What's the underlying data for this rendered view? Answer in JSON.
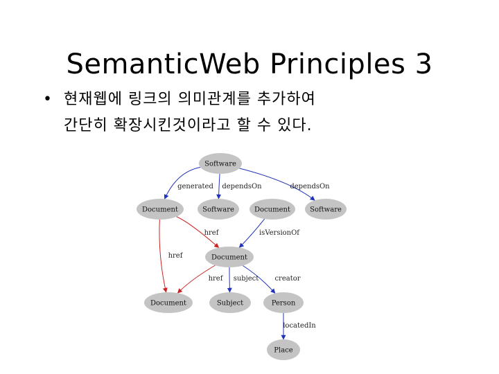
{
  "slide": {
    "title": "SemanticWeb Principles 3",
    "bullet_symbol": "•",
    "bullet_line1": "현재웹에 링크의 의미관계를 추가하여",
    "bullet_line2": "간단히 확장시킨것이라고 할 수 있다."
  },
  "graph": {
    "nodes": [
      {
        "id": "sw_top",
        "label": "Software"
      },
      {
        "id": "doc_left",
        "label": "Document"
      },
      {
        "id": "sw_mid",
        "label": "Software"
      },
      {
        "id": "doc_mid",
        "label": "Document"
      },
      {
        "id": "sw_right",
        "label": "Software"
      },
      {
        "id": "doc_center",
        "label": "Document"
      },
      {
        "id": "doc_bottom",
        "label": "Document"
      },
      {
        "id": "subject",
        "label": "Subject"
      },
      {
        "id": "person",
        "label": "Person"
      },
      {
        "id": "place",
        "label": "Place"
      }
    ],
    "edges": [
      {
        "from": "sw_top",
        "to": "doc_left",
        "label": "generated",
        "color": "#2233bb"
      },
      {
        "from": "sw_top",
        "to": "sw_mid",
        "label": "dependsOn",
        "color": "#2233bb"
      },
      {
        "from": "sw_top",
        "to": "sw_right",
        "label": "dependsOn",
        "color": "#2233bb"
      },
      {
        "from": "doc_left",
        "to": "doc_center",
        "label": "href",
        "color": "#cc2222"
      },
      {
        "from": "doc_left",
        "to": "doc_bottom",
        "label": "href",
        "color": "#cc2222"
      },
      {
        "from": "doc_mid",
        "to": "doc_center",
        "label": "isVersionOf",
        "color": "#2233bb"
      },
      {
        "from": "doc_center",
        "to": "doc_bottom",
        "label": "href",
        "color": "#cc2222"
      },
      {
        "from": "doc_center",
        "to": "subject",
        "label": "subject",
        "color": "#2233bb"
      },
      {
        "from": "doc_center",
        "to": "person",
        "label": "creator",
        "color": "#2233bb"
      },
      {
        "from": "person",
        "to": "place",
        "label": "locatedIn",
        "color": "#2233bb"
      }
    ],
    "colors": {
      "node_fill": "#c4c4c4",
      "blue_edge": "#2233bb",
      "red_edge": "#cc2222"
    }
  }
}
